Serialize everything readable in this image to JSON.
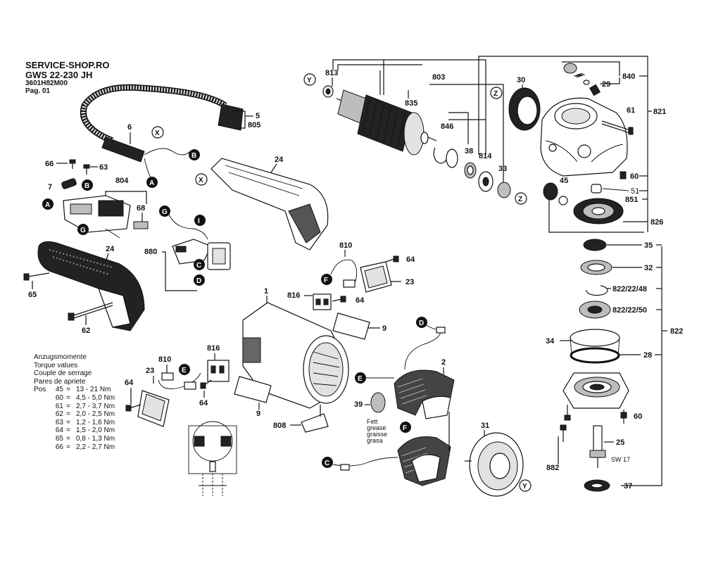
{
  "header": {
    "shop": "SERVICE-SHOP.RO",
    "model": "GWS 22-230 JH",
    "part_number": "3601H82M00",
    "page": "Pag. 01"
  },
  "torque": {
    "titles": [
      "Anzugsmomente",
      "Torque values",
      "Couple de serrage",
      "Pares de apriete"
    ],
    "pos_label": "Pos",
    "rows": [
      {
        "pos": "45",
        "value": "13 - 21 Nm"
      },
      {
        "pos": "60",
        "value": "4,5 - 5,0 Nm"
      },
      {
        "pos": "61",
        "value": "2,7 - 3,7 Nm"
      },
      {
        "pos": "62",
        "value": "2,0 - 2,5 Nm"
      },
      {
        "pos": "63",
        "value": "1,2 - 1,6 Nm"
      },
      {
        "pos": "64",
        "value": "1,5 - 2,0 Nm"
      },
      {
        "pos": "65",
        "value": "0,8 - 1,3 Nm"
      },
      {
        "pos": "66",
        "value": "2,2 - 2,7 Nm"
      }
    ]
  },
  "grease_note": [
    "Fett",
    "grease",
    "graisse",
    "grasa"
  ],
  "spindle_note": "SW 17",
  "part_labels": {
    "p813": "813",
    "p803": "803",
    "p835": "835",
    "p846": "846",
    "p38": "38",
    "p814": "814",
    "p33": "33",
    "p30": "30",
    "p29": "29",
    "p840": "840",
    "p821": "821",
    "p61": "61",
    "p60a": "60",
    "p51": "51",
    "p851": "851",
    "p45": "45",
    "p826": "826",
    "p35": "35",
    "p32": "32",
    "p822_48": "822/22/48",
    "p822_50": "822/22/50",
    "p822": "822",
    "p34": "34",
    "p28": "28",
    "p60b": "60",
    "p25": "25",
    "p882": "882",
    "p37": "37",
    "p5": "5",
    "p805": "805",
    "p6": "6",
    "p24a": "24",
    "p66": "66",
    "p63": "63",
    "p7": "7",
    "p804": "804",
    "p68": "68",
    "p880": "880",
    "p24b": "24",
    "p65": "65",
    "p62": "62",
    "p810a": "810",
    "p64a": "64",
    "p23a": "23",
    "p816a": "816",
    "p64b": "64",
    "p1": "1",
    "p9a": "9",
    "p810b": "810",
    "p816b": "816",
    "p23b": "23",
    "p64c": "64",
    "p64d": "64",
    "p9b": "9",
    "p808": "808",
    "p2": "2",
    "p39": "39",
    "p31": "31"
  },
  "markers": {
    "Y": "Y",
    "Z": "Z",
    "X": "X",
    "A": "A",
    "B": "B",
    "C": "C",
    "D": "D",
    "E": "E",
    "F": "F",
    "G": "G",
    "I": "I"
  }
}
